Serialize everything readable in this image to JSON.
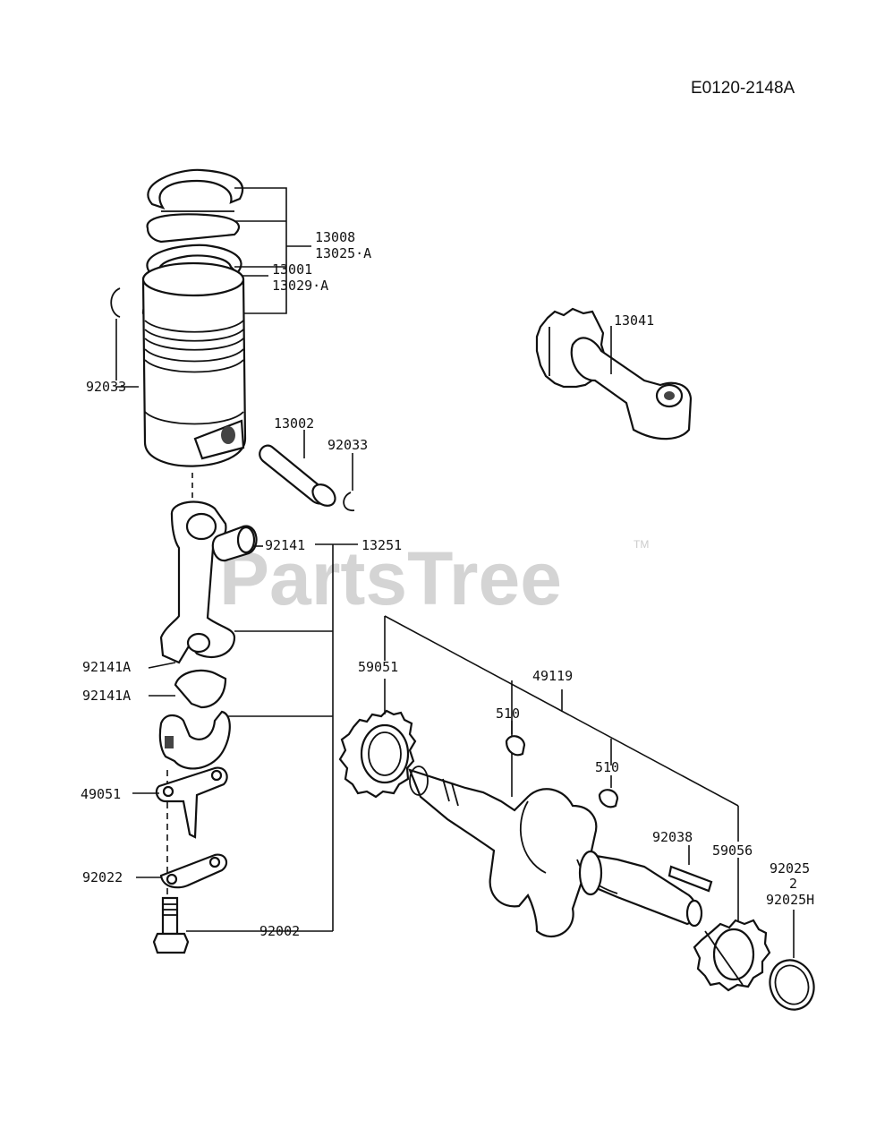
{
  "diagram": {
    "code": "E0120-2148A",
    "watermark": "PartsTree",
    "watermark_tm": "TM",
    "labels": {
      "p13008": "13008",
      "p13025a": "13025·A",
      "p13001": "13001",
      "p13029a": "13029·A",
      "p92033_left": "92033",
      "p13002": "13002",
      "p92033_right": "92033",
      "p13041": "13041",
      "p92141": "92141",
      "p13251": "13251",
      "p92141a_upper": "92141A",
      "p92141a_lower": "92141A",
      "p49051": "49051",
      "p92022": "92022",
      "p92002": "92002",
      "p59051": "59051",
      "p49119": "49119",
      "p510_upper": "510",
      "p510_lower": "510",
      "p92038": "92038",
      "p59056": "59056",
      "p92025": "92025",
      "p92025_sep": "2",
      "p92025h": "92025H"
    }
  }
}
